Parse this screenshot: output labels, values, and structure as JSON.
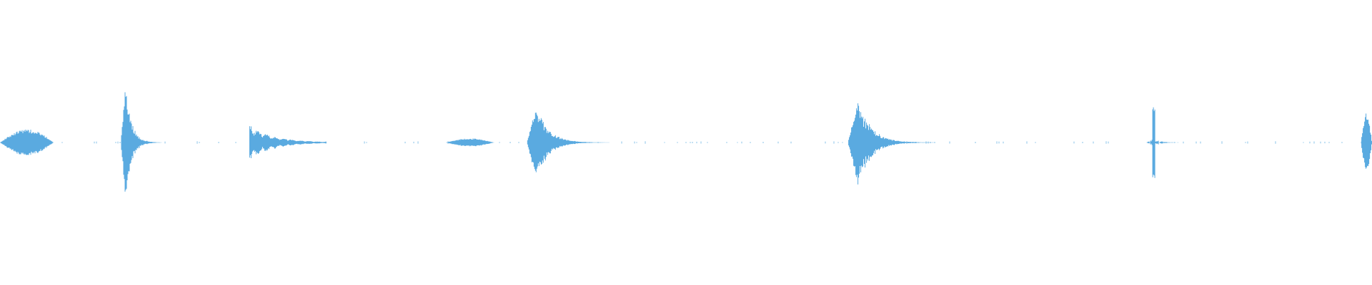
{
  "waveform": {
    "color": "#5aaae0",
    "background": "#ffffff",
    "events": [
      {
        "id": "event-1",
        "kind": "burst",
        "start": 0.0,
        "end": 0.039,
        "peak": 0.1
      },
      {
        "id": "event-2",
        "kind": "transient",
        "start": 0.088,
        "end": 0.118,
        "peak": 0.44
      },
      {
        "id": "event-3",
        "kind": "ringing",
        "start": 0.182,
        "end": 0.238,
        "peak": 0.13
      },
      {
        "id": "event-4",
        "kind": "burst",
        "start": 0.325,
        "end": 0.36,
        "peak": 0.03
      },
      {
        "id": "event-5",
        "kind": "transient",
        "start": 0.384,
        "end": 0.444,
        "peak": 0.28
      },
      {
        "id": "event-6",
        "kind": "transient",
        "start": 0.618,
        "end": 0.682,
        "peak": 0.32
      },
      {
        "id": "event-7",
        "kind": "spike",
        "start": 0.836,
        "end": 0.862,
        "peak": 0.25
      },
      {
        "id": "event-8",
        "kind": "burst",
        "start": 0.992,
        "end": 1.0,
        "peak": 0.21
      }
    ],
    "noise_floor": 0.006
  }
}
